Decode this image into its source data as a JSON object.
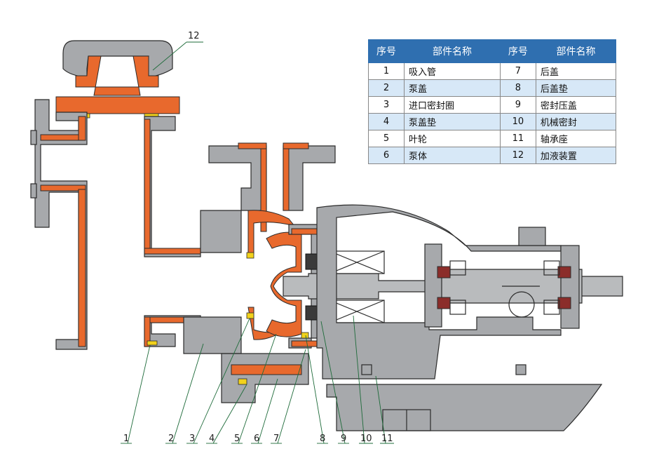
{
  "table": {
    "headers": [
      "序号",
      "部件名称",
      "序号",
      "部件名称"
    ],
    "rows": [
      {
        "n1": "1",
        "p1": "吸入管",
        "n2": "7",
        "p2": "后盖"
      },
      {
        "n1": "2",
        "p1": "泵盖",
        "n2": "8",
        "p2": "后盖垫"
      },
      {
        "n1": "3",
        "p1": "进口密封圈",
        "n2": "9",
        "p2": "密封压盖"
      },
      {
        "n1": "4",
        "p1": "泵盖垫",
        "n2": "10",
        "p2": "机械密封"
      },
      {
        "n1": "5",
        "p1": "叶轮",
        "n2": "11",
        "p2": "轴承座"
      },
      {
        "n1": "6",
        "p1": "泵体",
        "n2": "12",
        "p2": "加液装置"
      }
    ]
  },
  "callouts": [
    "1",
    "2",
    "3",
    "4",
    "5",
    "6",
    "7",
    "8",
    "9",
    "10",
    "11",
    "12"
  ],
  "colors": {
    "body": "#a7a9ac",
    "liner": "#e8692d",
    "table_header": "#2f6fb0",
    "table_alt_row": "#d7e8f7",
    "gasket": "#f2d21b",
    "seal": "#3a3a3a"
  }
}
